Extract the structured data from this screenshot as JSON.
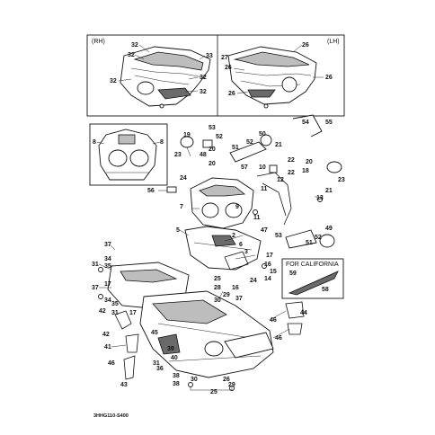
{
  "captions": {
    "rh": "(RH)",
    "lh": "(LH)",
    "california": "FOR CALIFORNIA",
    "drawing_code": "3HHG110-S400"
  },
  "callouts": [
    {
      "key": "c32a",
      "text": "32"
    },
    {
      "key": "c32b",
      "text": "32"
    },
    {
      "key": "c32c",
      "text": "32"
    },
    {
      "key": "c32d",
      "text": "32"
    },
    {
      "key": "c32e",
      "text": "32"
    },
    {
      "key": "c33",
      "text": "33"
    },
    {
      "key": "c26a",
      "text": "26"
    },
    {
      "key": "c26b",
      "text": "26"
    },
    {
      "key": "c26c",
      "text": "26"
    },
    {
      "key": "c26d",
      "text": "26"
    },
    {
      "key": "c27",
      "text": "27"
    },
    {
      "key": "c8a",
      "text": "8"
    },
    {
      "key": "c8b",
      "text": "8"
    },
    {
      "key": "c53a",
      "text": "53"
    },
    {
      "key": "c52a",
      "text": "52"
    },
    {
      "key": "c19",
      "text": "19"
    },
    {
      "key": "c20a",
      "text": "20"
    },
    {
      "key": "c23a",
      "text": "23"
    },
    {
      "key": "c48",
      "text": "48"
    },
    {
      "key": "c20b",
      "text": "20"
    },
    {
      "key": "c51a",
      "text": "51"
    },
    {
      "key": "c50",
      "text": "50"
    },
    {
      "key": "c52b",
      "text": "52"
    },
    {
      "key": "c21a",
      "text": "21"
    },
    {
      "key": "c54",
      "text": "54"
    },
    {
      "key": "c55",
      "text": "55"
    },
    {
      "key": "c57",
      "text": "57"
    },
    {
      "key": "c10",
      "text": "10"
    },
    {
      "key": "c22a",
      "text": "22"
    },
    {
      "key": "c20c",
      "text": "20"
    },
    {
      "key": "c22b",
      "text": "22"
    },
    {
      "key": "c12",
      "text": "12"
    },
    {
      "key": "c11",
      "text": "11"
    },
    {
      "key": "c18",
      "text": "18"
    },
    {
      "key": "c21b",
      "text": "21"
    },
    {
      "key": "c23b",
      "text": "23"
    },
    {
      "key": "c24a",
      "text": "24"
    },
    {
      "key": "c56",
      "text": "56"
    },
    {
      "key": "c7",
      "text": "7"
    },
    {
      "key": "c9",
      "text": "9"
    },
    {
      "key": "c13",
      "text": "13"
    },
    {
      "key": "c11b",
      "text": "11"
    },
    {
      "key": "c5",
      "text": "5"
    },
    {
      "key": "c49",
      "text": "49"
    },
    {
      "key": "c47",
      "text": "47"
    },
    {
      "key": "c53b",
      "text": "53"
    },
    {
      "key": "c51b",
      "text": "51"
    },
    {
      "key": "c52c",
      "text": "52"
    },
    {
      "key": "c2",
      "text": "2"
    },
    {
      "key": "c6",
      "text": "6"
    },
    {
      "key": "c3",
      "text": "3"
    },
    {
      "key": "c17a",
      "text": "17"
    },
    {
      "key": "c16a",
      "text": "16"
    },
    {
      "key": "c15",
      "text": "15"
    },
    {
      "key": "c14",
      "text": "14"
    },
    {
      "key": "c24b",
      "text": "24"
    },
    {
      "key": "c25a",
      "text": "25"
    },
    {
      "key": "c16b",
      "text": "16"
    },
    {
      "key": "c28",
      "text": "28"
    },
    {
      "key": "c29a",
      "text": "29"
    },
    {
      "key": "c30a",
      "text": "30"
    },
    {
      "key": "c37a",
      "text": "37"
    },
    {
      "key": "c34a",
      "text": "34"
    },
    {
      "key": "c35a",
      "text": "35"
    },
    {
      "key": "c31a",
      "text": "31"
    },
    {
      "key": "c37b",
      "text": "37"
    },
    {
      "key": "c17b",
      "text": "17"
    },
    {
      "key": "c34b",
      "text": "34"
    },
    {
      "key": "c35b",
      "text": "35"
    },
    {
      "key": "c31b",
      "text": "31"
    },
    {
      "key": "c42a",
      "text": "42"
    },
    {
      "key": "c17c",
      "text": "17"
    },
    {
      "key": "c37c",
      "text": "37"
    },
    {
      "key": "c59",
      "text": "59"
    },
    {
      "key": "c58",
      "text": "58"
    },
    {
      "key": "c46a",
      "text": "46"
    },
    {
      "key": "c44",
      "text": "44"
    },
    {
      "key": "c46b",
      "text": "46"
    },
    {
      "key": "c41",
      "text": "41"
    },
    {
      "key": "c42b",
      "text": "42"
    },
    {
      "key": "c45",
      "text": "45"
    },
    {
      "key": "c39",
      "text": "39"
    },
    {
      "key": "c40",
      "text": "40"
    },
    {
      "key": "c36",
      "text": "36"
    },
    {
      "key": "c31c",
      "text": "31"
    },
    {
      "key": "c46c",
      "text": "46"
    },
    {
      "key": "c43",
      "text": "43"
    },
    {
      "key": "c38a",
      "text": "38"
    },
    {
      "key": "c38b",
      "text": "38"
    },
    {
      "key": "c30b",
      "text": "30"
    },
    {
      "key": "c26e",
      "text": "26"
    },
    {
      "key": "c29b",
      "text": "29"
    },
    {
      "key": "c25b",
      "text": "25"
    }
  ]
}
